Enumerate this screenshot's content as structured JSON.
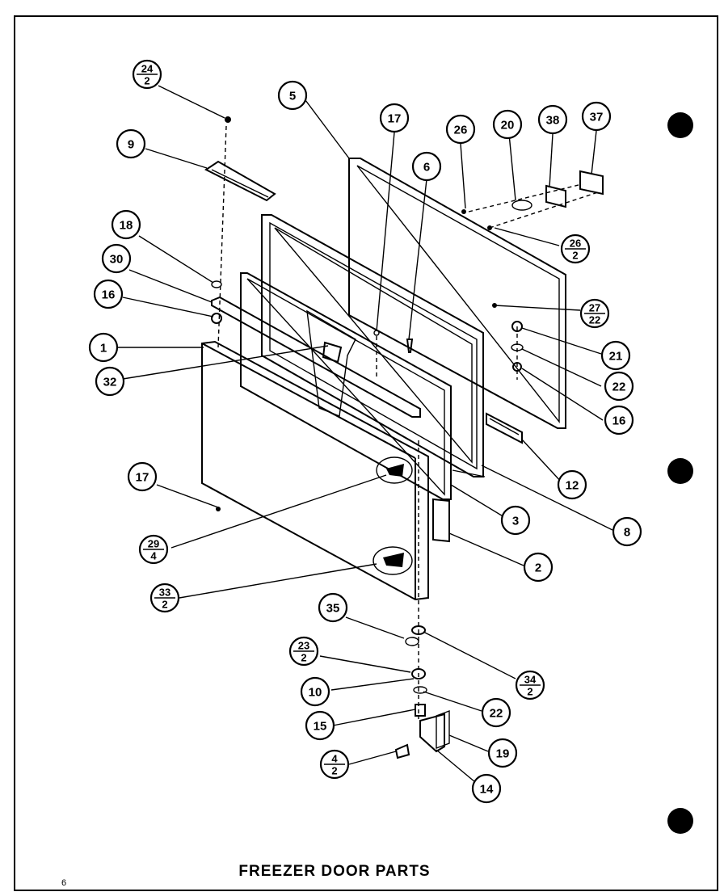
{
  "title": "FREEZER DOOR PARTS",
  "page_number": "6",
  "callouts": [
    {
      "id": "c24-2",
      "num": "24",
      "qty": "2"
    },
    {
      "id": "c5",
      "num": "5"
    },
    {
      "id": "c17-top",
      "num": "17"
    },
    {
      "id": "c26",
      "num": "26"
    },
    {
      "id": "c20",
      "num": "20"
    },
    {
      "id": "c38",
      "num": "38"
    },
    {
      "id": "c37",
      "num": "37"
    },
    {
      "id": "c6",
      "num": "6"
    },
    {
      "id": "c9",
      "num": "9"
    },
    {
      "id": "c26-2",
      "num": "26",
      "qty": "2"
    },
    {
      "id": "c18",
      "num": "18"
    },
    {
      "id": "c30",
      "num": "30"
    },
    {
      "id": "c16-left",
      "num": "16"
    },
    {
      "id": "c27-22",
      "num": "27",
      "qty": "22"
    },
    {
      "id": "c1",
      "num": "1"
    },
    {
      "id": "c21",
      "num": "21"
    },
    {
      "id": "c32",
      "num": "32"
    },
    {
      "id": "c22-right",
      "num": "22"
    },
    {
      "id": "c16-right",
      "num": "16"
    },
    {
      "id": "c17-left",
      "num": "17"
    },
    {
      "id": "c12",
      "num": "12"
    },
    {
      "id": "c3",
      "num": "3"
    },
    {
      "id": "c8",
      "num": "8"
    },
    {
      "id": "c29-4",
      "num": "29",
      "qty": "4"
    },
    {
      "id": "c2",
      "num": "2"
    },
    {
      "id": "c33-2",
      "num": "33",
      "qty": "2"
    },
    {
      "id": "c35",
      "num": "35"
    },
    {
      "id": "c23-2",
      "num": "23",
      "qty": "2"
    },
    {
      "id": "c34-2",
      "num": "34",
      "qty": "2"
    },
    {
      "id": "c10",
      "num": "10"
    },
    {
      "id": "c22-bottom",
      "num": "22"
    },
    {
      "id": "c15",
      "num": "15"
    },
    {
      "id": "c19",
      "num": "19"
    },
    {
      "id": "c4-2",
      "num": "4",
      "qty": "2"
    },
    {
      "id": "c14",
      "num": "14"
    }
  ]
}
